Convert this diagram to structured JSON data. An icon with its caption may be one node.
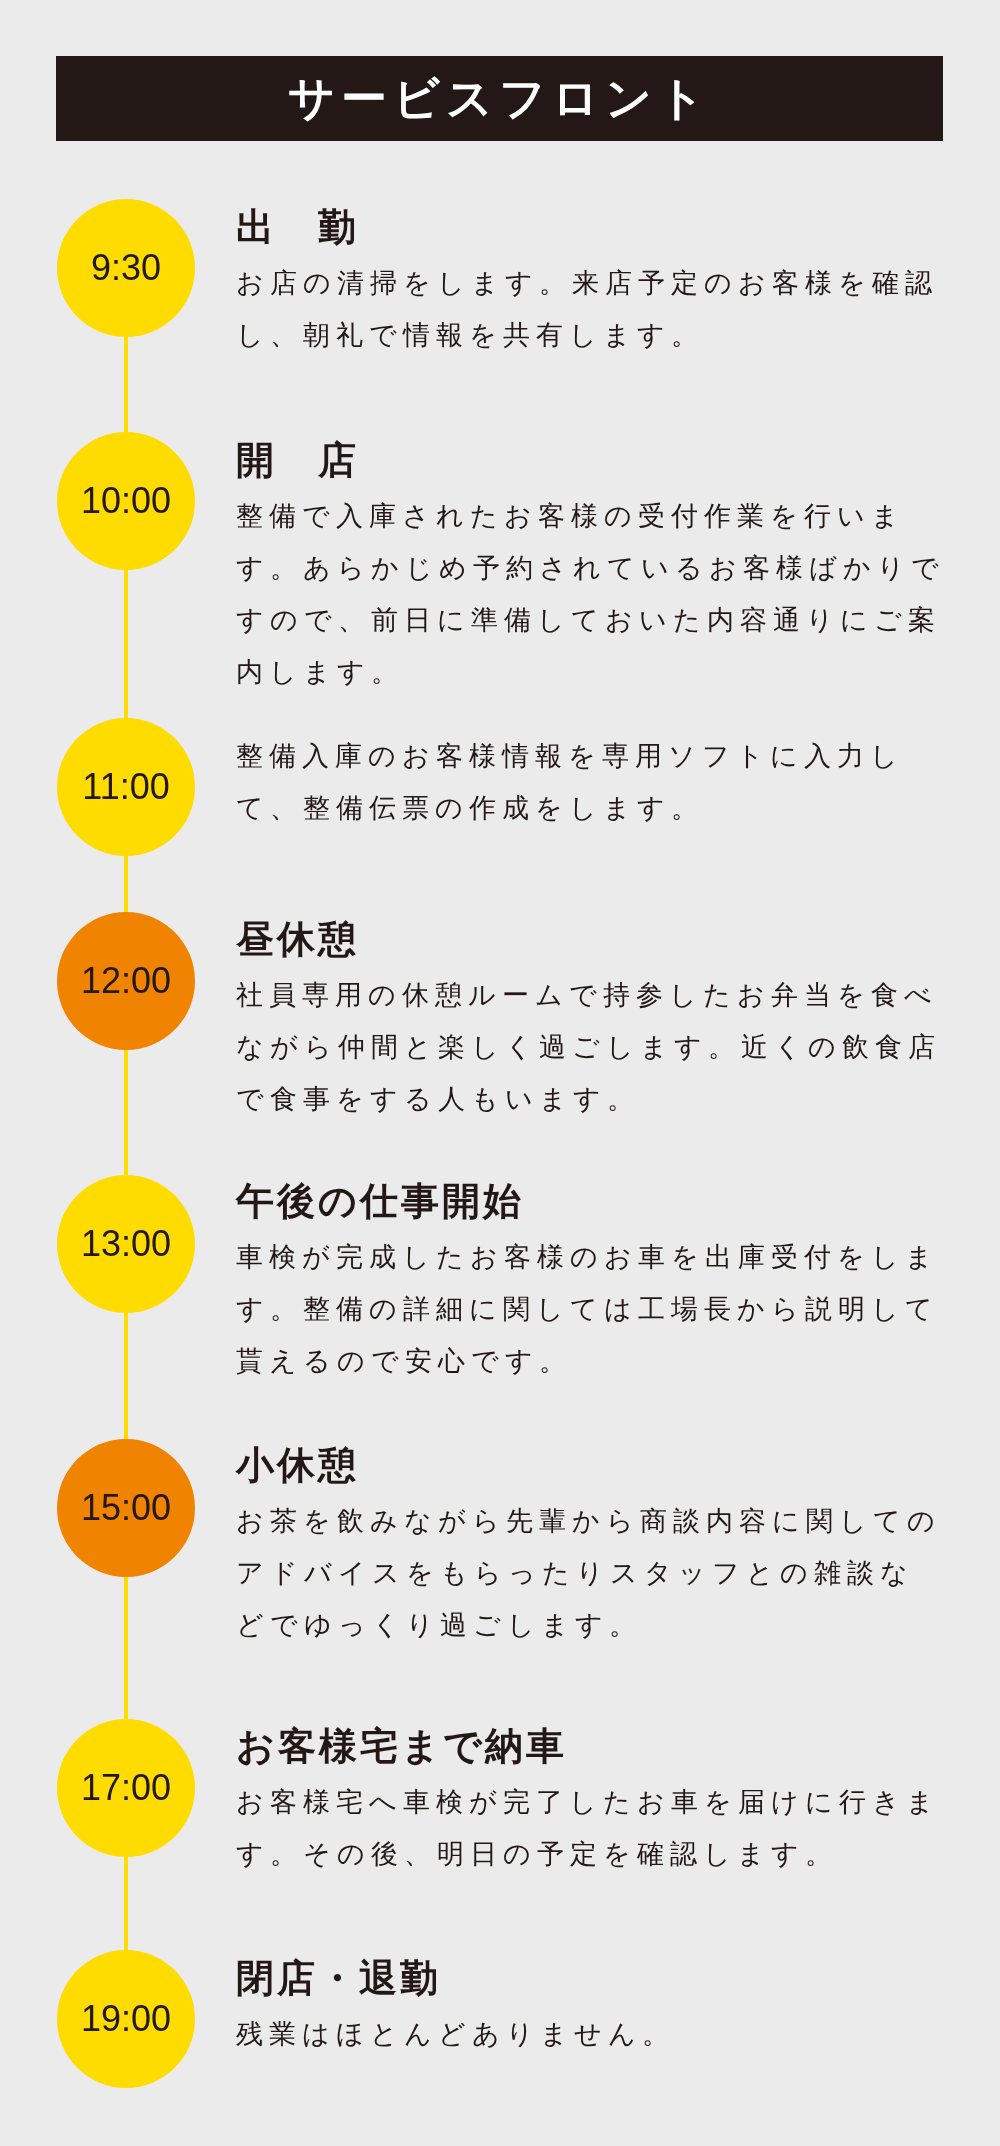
{
  "diagram": {
    "title": "サービスフロント",
    "nodes": [
      {
        "text": [
          "9:30"
        ],
        "beside": [
          "出　勤",
          "お店の清掃をします。来店予定のお客様を確認し、朝礼で情報を共有します。"
        ]
      },
      {
        "text": [
          "10:00"
        ],
        "beside": [
          "開　店",
          "整備で入庫されたお客様の受付作業を行います。あらかじめ予約されているお客様ばかりですので、前日に準備しておいた内容通りにご案内します。"
        ]
      },
      {
        "text": [
          "11:00"
        ],
        "beside": [
          "整備入庫のお客様情報を専用ソフトに入力して、整備伝票の作成をします。"
        ]
      },
      {
        "text": [
          "12:00"
        ],
        "beside": [
          "昼休憩",
          "社員専用の休憩ルームで持参したお弁当を食べながら仲間と楽しく過ごします。近くの飲食店で食事をする人もいます。"
        ]
      },
      {
        "text": [
          "13:00"
        ],
        "beside": [
          "午後の仕事開始",
          "車検が完成したお客様のお車を出庫受付をします。整備の詳細に関しては工場長から説明して貰えるので安心です。"
        ]
      },
      {
        "text": [
          "15:00"
        ],
        "beside": [
          "小休憩",
          "お茶を飲みながら先輩から商談内容に関してのアドバイスをもらったりスタッフとの雑談などでゆっくり過ごします。"
        ]
      },
      {
        "text": [
          "17:00"
        ],
        "beside": [
          "お客様宅まで納車",
          "お客様宅へ車検が完了したお車を届けに行きます。その後、明日の予定を確認します。"
        ]
      },
      {
        "text": [
          "19:00"
        ],
        "beside": [
          "閉店・退勤",
          "残業はほとんどありません。"
        ]
      }
    ],
    "edges": [
      {
        "from": 0,
        "to": 1,
        "arrow": "none"
      },
      {
        "from": 1,
        "to": 2,
        "arrow": "none"
      },
      {
        "from": 2,
        "to": 3,
        "arrow": "none"
      },
      {
        "from": 3,
        "to": 4,
        "arrow": "none"
      },
      {
        "from": 4,
        "to": 5,
        "arrow": "none"
      },
      {
        "from": 5,
        "to": 6,
        "arrow": "none"
      },
      {
        "from": 6,
        "to": 7,
        "arrow": "none"
      }
    ]
  }
}
